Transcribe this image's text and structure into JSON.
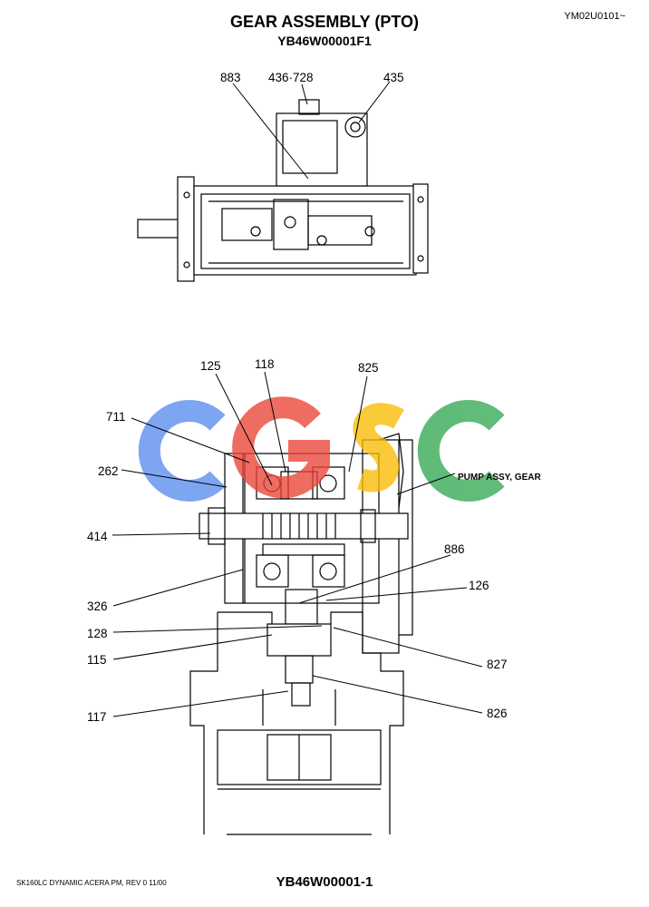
{
  "header": {
    "title": "GEAR ASSEMBLY (PTO)",
    "subtitle": "YB46W00001F1",
    "ref_code": "YM02U0101~"
  },
  "watermark": {
    "letters": [
      "C",
      "G",
      "S",
      "C"
    ],
    "colors": [
      "#5b8def",
      "#ea4335",
      "#fbbc05",
      "#34a853"
    ]
  },
  "top_view": {
    "callouts": [
      "883",
      "436·728",
      "435"
    ]
  },
  "section_view": {
    "callouts": {
      "c125": "125",
      "c118": "118",
      "c825": "825",
      "c711": "711",
      "c262": "262",
      "c414": "414",
      "c886": "886",
      "c126": "126",
      "c326": "326",
      "c128": "128",
      "c115": "115",
      "c827": "827",
      "c117": "117",
      "c826": "826"
    },
    "pump_label": "PUMP ASSY, GEAR"
  },
  "footer": {
    "left": "SK160LC DYNAMIC ACERA PM,  REV 0 11/00",
    "right": "YB46W00001-1"
  }
}
